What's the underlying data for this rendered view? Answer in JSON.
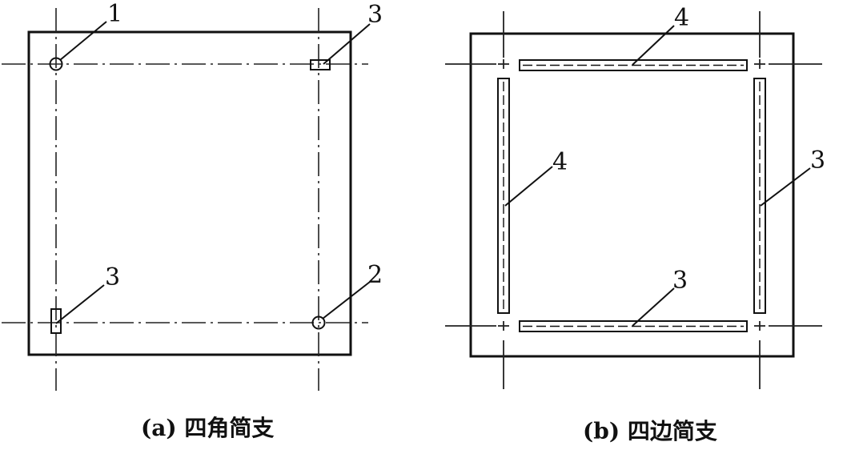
{
  "left": {
    "caption": "(a) 四角简支",
    "labels": {
      "l1": "1",
      "l2": "2",
      "l3a": "3",
      "l3b": "3"
    }
  },
  "right": {
    "caption": "(b) 四边简支",
    "labels": {
      "top": "4",
      "left": "4",
      "right": "3",
      "bottom": "3"
    }
  }
}
